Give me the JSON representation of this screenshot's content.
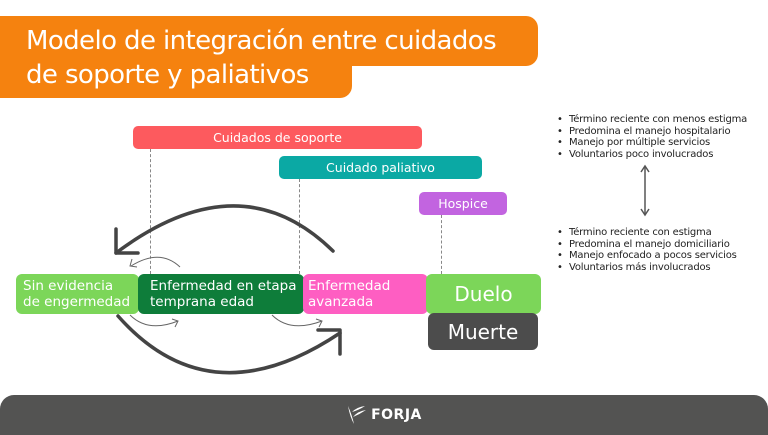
{
  "header": {
    "title_line1": "Modelo de integración entre cuidados",
    "title_line2": "de soporte y paliativos",
    "color": "#f5820f"
  },
  "care_bars": [
    {
      "label": "Cuidados de soporte",
      "color": "#fd5a5e"
    },
    {
      "label": "Cuidado paliativo",
      "color": "#0ba9a4"
    },
    {
      "label": "Hospice",
      "color": "#c264e0"
    }
  ],
  "stages": [
    {
      "line1": "Sin evidencia",
      "line2": "de engermedad",
      "color": "#7cd659"
    },
    {
      "line1": "Enfermedad en etapa",
      "line2": "temprana edad",
      "color": "#0e7d3a"
    },
    {
      "line1": "Enfermedad",
      "line2": "avanzada",
      "color": "#fe5ec2"
    },
    {
      "label": "Duelo",
      "color": "#7cd659"
    },
    {
      "label": "Muerte",
      "color": "#4c4c4c"
    }
  ],
  "notes_top": [
    "Término reciente con menos estigma",
    "Predomina el manejo hospitalario",
    "Manejo por múltiple servicios",
    "Voluntarios poco involucrados"
  ],
  "notes_bottom": [
    "Término reciente con estigma",
    "Predomina el manejo domiciliario",
    "Manejo enfocado a pocos servicios",
    "Voluntarios más involucrados"
  ],
  "icons": {
    "double_arrow": "double-headed-vertical-arrow",
    "cycle_arrows": "curved-arrows"
  },
  "footer": {
    "brand": "FORJA",
    "color": "#535352"
  }
}
